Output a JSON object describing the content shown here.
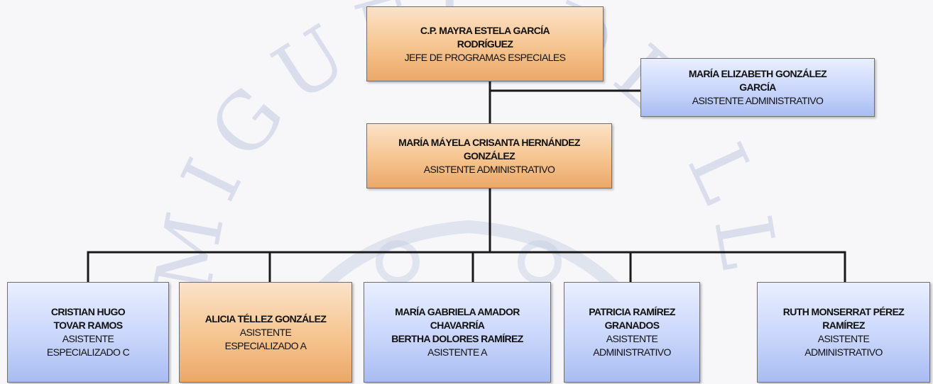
{
  "org_chart": {
    "director": {
      "name_lines": [
        "C.P. MAYRA ESTELA GARCÍA",
        "RODRÍGUEZ"
      ],
      "role_lines": [
        "JEFE DE PROGRAMAS ESPECIALES"
      ]
    },
    "side_assistant": {
      "name_lines": [
        "MARÍA ELIZABETH GONZÁLEZ",
        "GARCÍA"
      ],
      "role_lines": [
        "ASISTENTE ADMINISTRATIVO"
      ]
    },
    "coordinator": {
      "name_lines": [
        "MARÍA MÁYELA CRISANTA HERNÁNDEZ",
        "GONZÁLEZ"
      ],
      "role_lines": [
        "ASISTENTE ADMINISTRATIVO"
      ]
    },
    "staff": [
      {
        "name_lines": [
          "CRISTIAN HUGO",
          "TOVAR RAMOS"
        ],
        "role_lines": [
          "ASISTENTE",
          "ESPECIALIZADO C"
        ]
      },
      {
        "name_lines": [
          "ALICIA TÉLLEZ GONZÁLEZ"
        ],
        "role_lines": [
          "ASISTENTE",
          "ESPECIALIZADO A"
        ]
      },
      {
        "name_lines": [
          "MARÍA GABRIELA AMADOR",
          "CHAVARRÍA",
          "BERTHA DOLORES RAMÍREZ"
        ],
        "role_lines": [
          "ASISTENTE A"
        ]
      },
      {
        "name_lines": [
          "PATRICIA RAMÍREZ",
          "GRANADOS"
        ],
        "role_lines": [
          "ASISTENTE",
          "ADMINISTRATIVO"
        ]
      },
      {
        "name_lines": [
          "RUTH MONSERRAT PÉREZ",
          "RAMÍREZ"
        ],
        "role_lines": [
          "ASISTENTE",
          "ADMINISTRATIVO"
        ]
      }
    ]
  },
  "watermark_text": "MIGUEL DE LLE",
  "colors": {
    "orange_box": "#f6c48e",
    "blue_box": "#c9d6fb",
    "connector": "#1a1a1a",
    "watermark": "#c3cbe3"
  }
}
